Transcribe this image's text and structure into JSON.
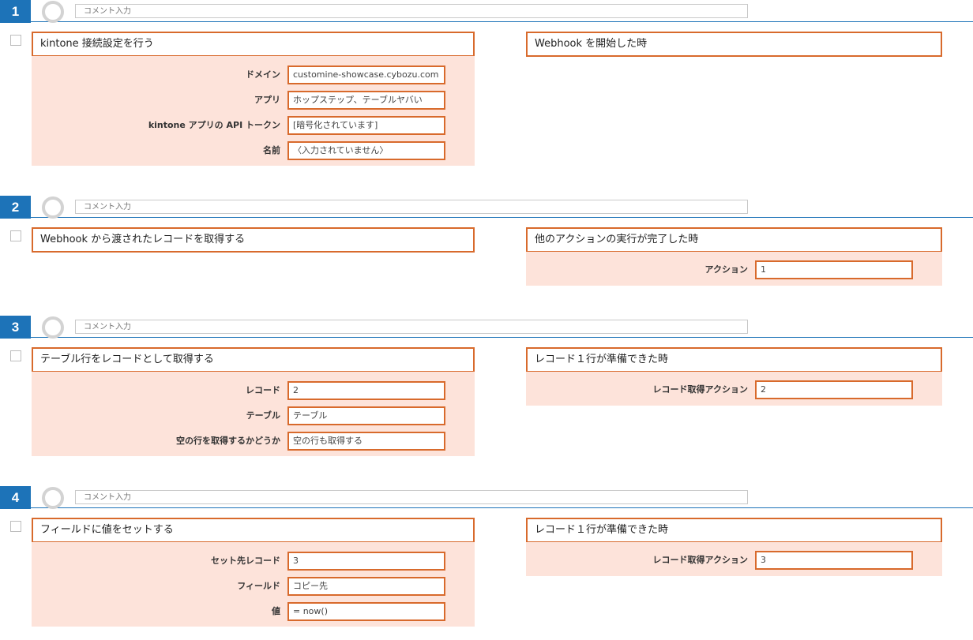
{
  "steps": [
    {
      "number": "1",
      "comment_placeholder": "コメント入力",
      "action": {
        "title": "kintone 接続設定を行う",
        "fields": [
          {
            "label": "ドメイン",
            "value": "customine-showcase.cybozu.com"
          },
          {
            "label": "アプリ",
            "value": "ホップステップ、テーブルヤバい"
          },
          {
            "label": "kintone アプリの API トークン",
            "value": "[暗号化されています]"
          },
          {
            "label": "名前",
            "value": "〈入力されていません〉"
          }
        ]
      },
      "trigger": {
        "title": "Webhook を開始した時",
        "fields": []
      }
    },
    {
      "number": "2",
      "comment_placeholder": "コメント入力",
      "action": {
        "title": "Webhook から渡されたレコードを取得する",
        "fields": []
      },
      "trigger": {
        "title": "他のアクションの実行が完了した時",
        "fields": [
          {
            "label": "アクション",
            "value": "1"
          }
        ]
      }
    },
    {
      "number": "3",
      "comment_placeholder": "コメント入力",
      "action": {
        "title": "テーブル行をレコードとして取得する",
        "fields": [
          {
            "label": "レコード",
            "value": "2"
          },
          {
            "label": "テーブル",
            "value": "テーブル"
          },
          {
            "label": "空の行を取得するかどうか",
            "value": "空の行も取得する"
          }
        ]
      },
      "trigger": {
        "title": "レコード１行が準備できた時",
        "fields": [
          {
            "label": "レコード取得アクション",
            "value": "2"
          }
        ]
      }
    },
    {
      "number": "4",
      "comment_placeholder": "コメント入力",
      "action": {
        "title": "フィールドに値をセットする",
        "fields": [
          {
            "label": "セット先レコード",
            "value": "3"
          },
          {
            "label": "フィールド",
            "value": "コピー先"
          },
          {
            "label": "値",
            "value": "= now()"
          }
        ]
      },
      "trigger": {
        "title": "レコード１行が準備できた時",
        "fields": [
          {
            "label": "レコード取得アクション",
            "value": "3"
          }
        ]
      }
    }
  ],
  "colors": {
    "step_blue": "#1d73b8",
    "panel_border": "#d86a2c",
    "panel_body": "#fde3da"
  }
}
